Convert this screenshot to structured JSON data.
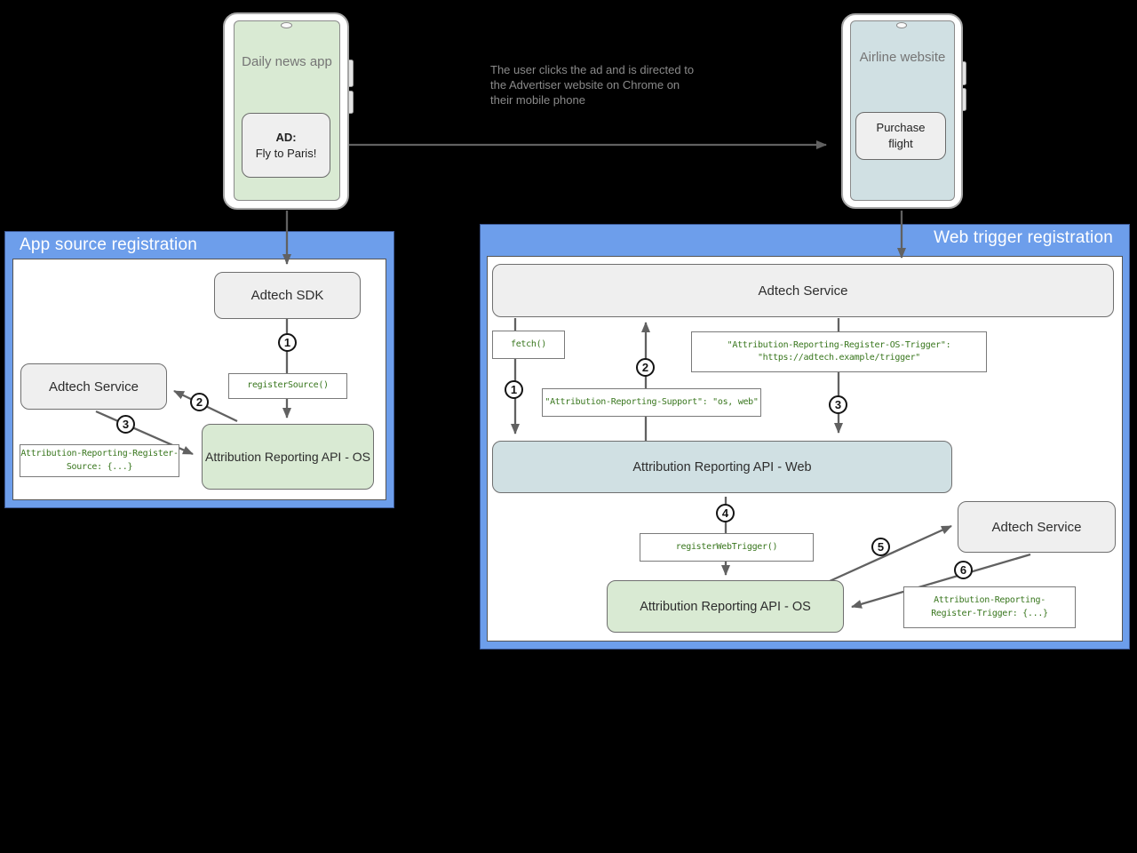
{
  "colors": {
    "panel_blue": "#6d9eeb",
    "box_green": "#d9ead3",
    "box_light_blue": "#d0e0e3",
    "box_gray": "#efefef",
    "code_green": "#38761d",
    "arrow_gray": "#616161",
    "background": "#000000"
  },
  "scene": {
    "annotation": "The user clicks the ad and is directed to\nthe Advertiser website on Chrome on\ntheir mobile phone"
  },
  "phones": {
    "left": {
      "app_label": "Daily news app",
      "ad_title": "AD:",
      "ad_body": "Fly to Paris!"
    },
    "right": {
      "site_label": "Airline website",
      "button_label": "Purchase flight"
    }
  },
  "left_panel": {
    "title": "App source registration",
    "nodes": {
      "adtech_sdk": "Adtech SDK",
      "adtech_service": "Adtech Service",
      "register_source": "registerSource()",
      "api_os": "Attribution Reporting API - OS",
      "register_source_header": "Attribution-Reporting-Register-\nSource: {...}"
    },
    "steps": [
      "1",
      "2",
      "3"
    ]
  },
  "right_panel": {
    "title": "Web trigger registration",
    "nodes": {
      "adtech_service_top": "Adtech Service",
      "fetch": "fetch()",
      "os_trigger_header": "\"Attribution-Reporting-Register-OS-Trigger\":\n\"https://adtech.example/trigger\"",
      "support_header": "\"Attribution-Reporting-Support\": \"os, web\"",
      "api_web": "Attribution Reporting API - Web",
      "register_web_trigger": "registerWebTrigger()",
      "api_os": "Attribution Reporting API - OS",
      "adtech_service_right": "Adtech Service",
      "register_trigger_header": "Attribution-Reporting-\nRegister-Trigger: {...}"
    },
    "steps": [
      "1",
      "2",
      "3",
      "4",
      "5",
      "6"
    ]
  }
}
